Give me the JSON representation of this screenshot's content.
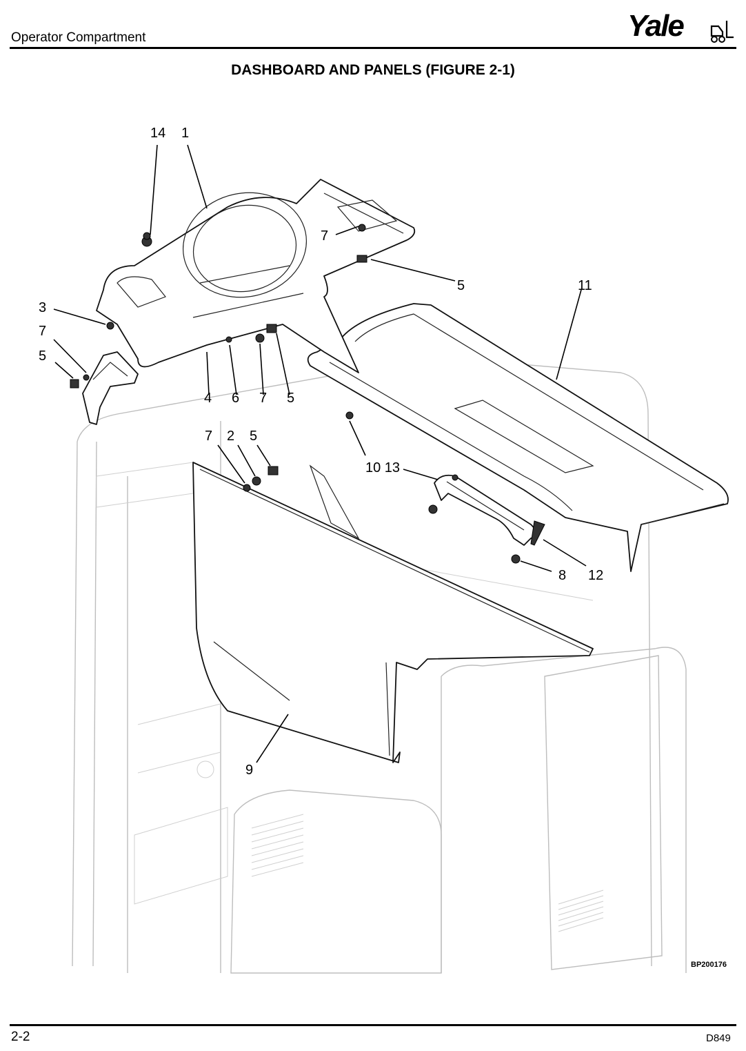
{
  "header": {
    "section": "Operator Compartment",
    "logo": "Yale",
    "title": "DASHBOARD AND PANELS (FIGURE 2-1)"
  },
  "figure": {
    "callouts": [
      "14",
      "1",
      "7",
      "5",
      "11",
      "3",
      "7",
      "5",
      "4",
      "6",
      "7",
      "5",
      "7",
      "2",
      "5",
      "10 13",
      "8",
      "12",
      "9"
    ],
    "code": "BP200176"
  },
  "footer": {
    "page": "2-2",
    "doc": "D849"
  }
}
